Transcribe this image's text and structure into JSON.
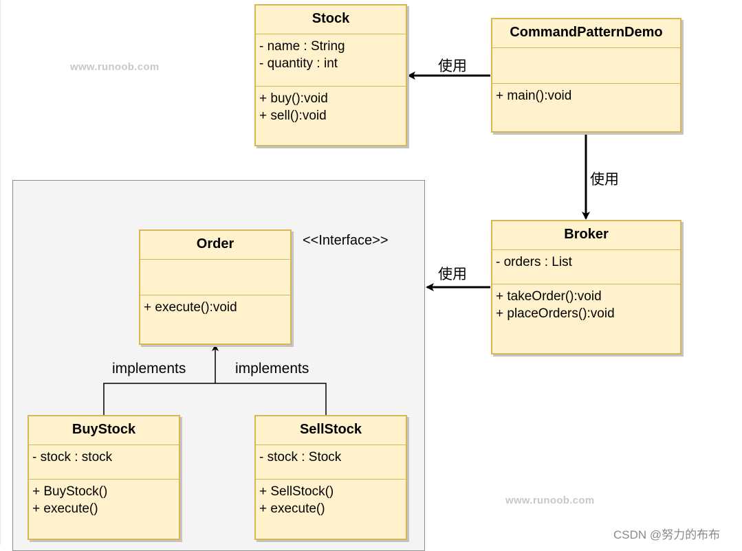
{
  "watermarks": [
    "www.runoob.com",
    "www.runoob.com"
  ],
  "footer_credit": "CSDN @努力的布布",
  "classes": {
    "stock": {
      "name": "Stock",
      "attributes": [
        "- name : String",
        "- quantity : int"
      ],
      "methods": [
        "+ buy():void",
        "+ sell():void"
      ]
    },
    "demo": {
      "name": "CommandPatternDemo",
      "attributes": [],
      "methods": [
        "+ main():void"
      ]
    },
    "broker": {
      "name": "Broker",
      "attributes": [
        "- orders : List"
      ],
      "methods": [
        "+ takeOrder():void",
        "+ placeOrders():void"
      ]
    },
    "order": {
      "name": "Order",
      "stereotype": "<<Interface>>",
      "attributes": [],
      "methods": [
        "+ execute():void"
      ]
    },
    "buystock": {
      "name": "BuyStock",
      "attributes": [
        "- stock : stock"
      ],
      "methods": [
        "+ BuyStock()",
        "+ execute()"
      ]
    },
    "sellstock": {
      "name": "SellStock",
      "attributes": [
        "- stock : Stock"
      ],
      "methods": [
        "+ SellStock()",
        "+ execute()"
      ]
    }
  },
  "relations": {
    "demo_to_stock": "使用",
    "demo_to_broker": "使用",
    "broker_to_orders": "使用",
    "buystock_impl": "implements",
    "sellstock_impl": "implements"
  }
}
